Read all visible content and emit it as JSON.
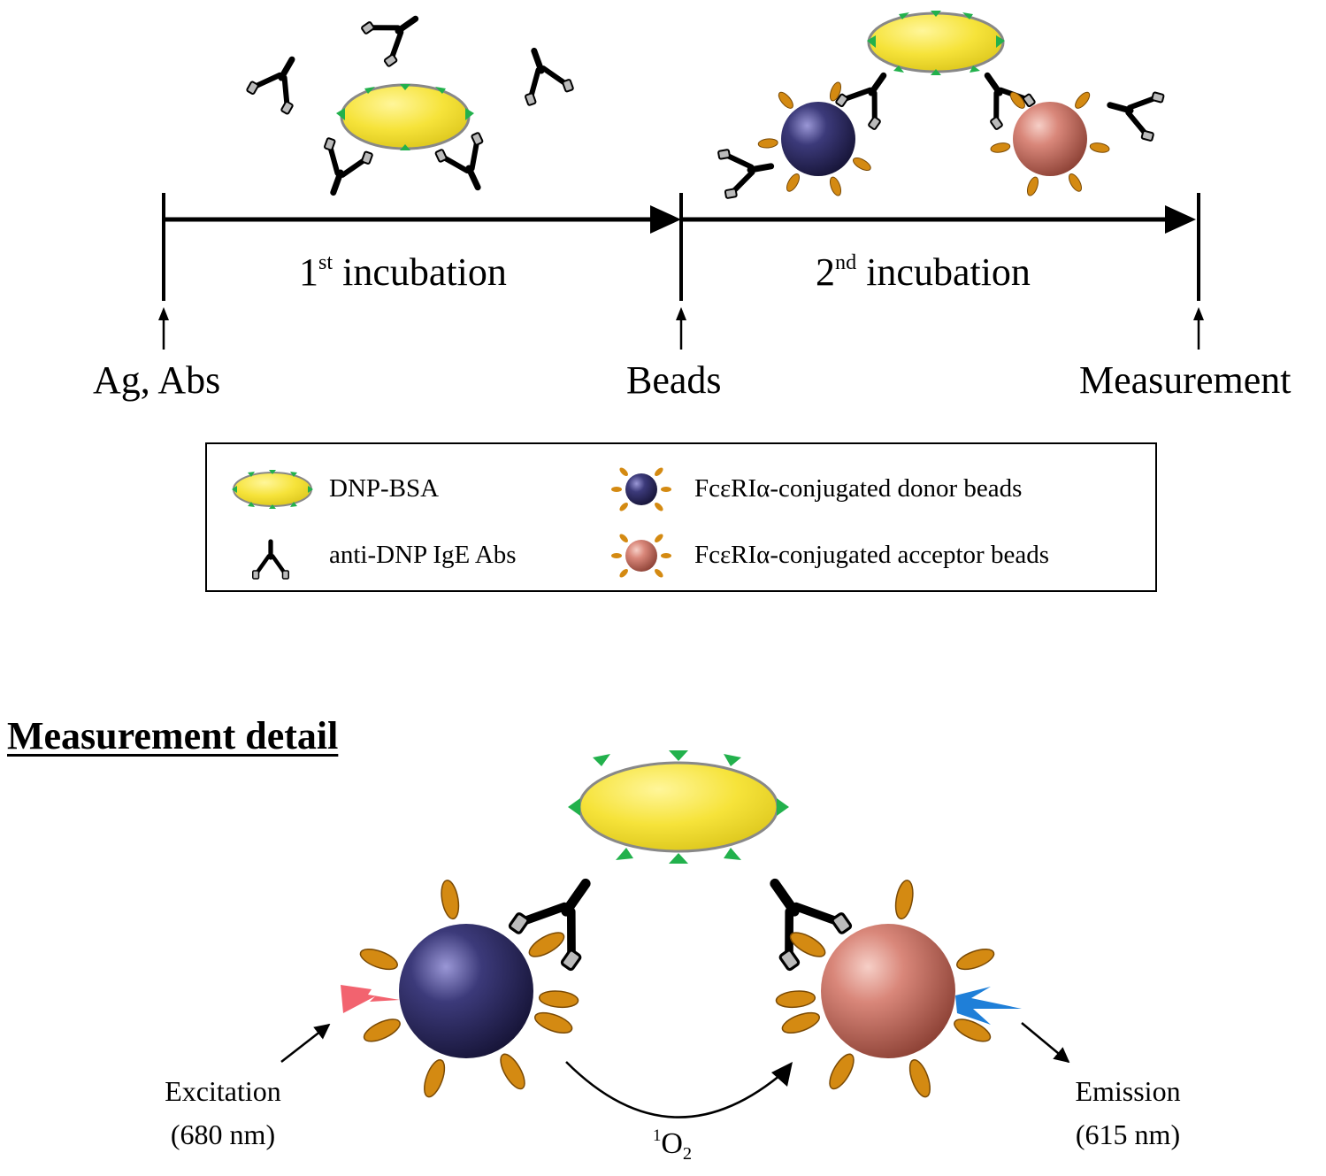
{
  "timeline": {
    "stage1": {
      "base": "1",
      "sup": "st",
      "text": " incubation"
    },
    "stage2": {
      "base": "2",
      "sup": "nd",
      "text": " incubation"
    },
    "events": {
      "start": "Ag, Abs",
      "beads": "Beads",
      "measurement": "Measurement"
    }
  },
  "legend": {
    "dnp_bsa": "DNP-BSA",
    "ige": "anti-DNP IgE Abs",
    "donor": "FcεRIα-conjugated donor beads",
    "acceptor": "FcεRIα-conjugated acceptor beads"
  },
  "detail": {
    "heading": "Measurement detail",
    "excitation": "Excitation",
    "excitation_wl": "(680 nm)",
    "emission": "Emission",
    "emission_wl": "(615 nm)",
    "singlet_oxygen": {
      "sup": "1",
      "base": "O",
      "sub": "2"
    }
  },
  "colors": {
    "bsa_fill": "#f6e33a",
    "hapten": "#22b14c",
    "donor_bead": "#2f2c63",
    "acceptor_bead": "#d9877a",
    "receptor": "#d48a12",
    "excitation_flash": "#f2636f",
    "emission_flash": "#1f7fd8"
  },
  "icons": [
    "dnp-bsa-icon",
    "ige-antibody-icon",
    "donor-bead-icon",
    "acceptor-bead-icon",
    "excitation-flash-icon",
    "emission-flash-icon"
  ]
}
